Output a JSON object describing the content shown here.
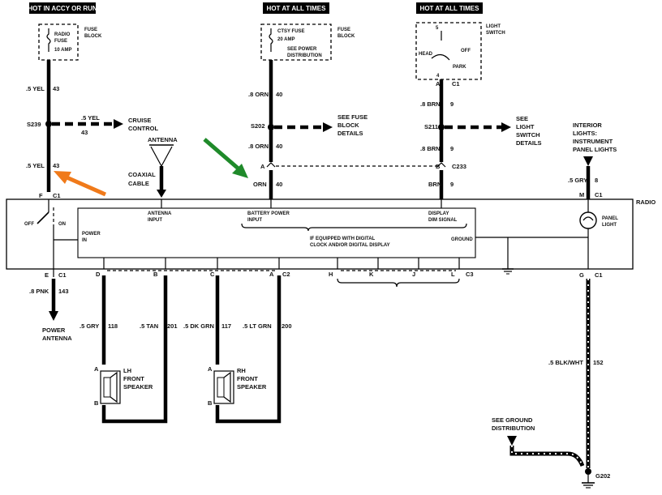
{
  "headers": {
    "accy_run": "HOT IN ACCY OR RUN",
    "at_all_times_1": "HOT AT ALL TIMES",
    "at_all_times_2": "HOT AT ALL TIMES"
  },
  "fuses": {
    "radio": {
      "line1": "RADIO",
      "line2": "FUSE",
      "line3": "10 AMP",
      "block": "FUSE",
      "block2": "BLOCK"
    },
    "ctsy": {
      "line1": "CTSY FUSE",
      "line2": "20 AMP",
      "line3": "SEE POWER",
      "line4": "DISTRIBUTION",
      "block": "FUSE",
      "block2": "BLOCK"
    },
    "light_switch": {
      "title": "LIGHT",
      "title2": "SWITCH",
      "head": "HEAD",
      "off": "OFF",
      "park": "PARK",
      "pin5": "5",
      "pin4": "4"
    }
  },
  "wires": {
    "w1": ".5 YEL",
    "w1n": "43",
    "w2": ".5 YEL",
    "w2n": "43",
    "w3": ".5 YEL",
    "w3n": "43",
    "w4": ".8 ORN",
    "w4n": "40",
    "w5": ".8 ORN",
    "w5n": "40",
    "w6": "ORN",
    "w6n": "40",
    "w7": ".8 BRN",
    "w7n": "9",
    "w8": ".8 BRN",
    "w8n": "9",
    "w9": "BRN",
    "w9n": "9",
    "w10": ".5 GRY",
    "w10n": "8",
    "w11": ".8 PNK",
    "w11n": "143",
    "w12": ".5 GRY",
    "w12n": "118",
    "w13": ".5 TAN",
    "w13n": "201",
    "w14": ".5 DK GRN",
    "w14n": "117",
    "w15": ".5 LT GRN",
    "w15n": "200",
    "w16": ".5 BLK/WHT",
    "w16n": "152"
  },
  "splices": {
    "s239": "S239",
    "s202": "S202",
    "s211": "S211"
  },
  "connectors": {
    "c1a": "C1",
    "c1b": "C1",
    "c1c": "C1",
    "c1d": "C1",
    "c1e": "C1",
    "c2": "C2",
    "c3": "C3",
    "c233": "C233",
    "pinF": "F",
    "pinE": "E",
    "pinA": "A",
    "pinA2": "A",
    "pinB": "B",
    "pinM": "M",
    "pinG": "G",
    "pinD": "D",
    "pinB2": "B",
    "pinC": "C",
    "pinA3": "A",
    "pinH": "H",
    "pinK": "K",
    "pinJ": "J",
    "pinL": "L"
  },
  "labels": {
    "cruise": "CRUISE",
    "cruise2": "CONTROL",
    "see_fuse": "SEE FUSE",
    "see_fuse2": "BLOCK",
    "see_fuse3": "DETAILS",
    "see_light": "SEE",
    "see_light2": "LIGHT",
    "see_light3": "SWITCH",
    "see_light4": "DETAILS",
    "interior": "INTERIOR",
    "interior2": "LIGHTS:",
    "interior3": "INSTRUMENT",
    "interior4": "PANEL LIGHTS",
    "antenna": "ANTENNA",
    "coax": "COAXIAL",
    "coax2": "CABLE",
    "radio": "RADIO",
    "ant_input": "ANTENNA",
    "ant_input2": "INPUT",
    "batt": "BATTERY POWER",
    "batt2": "INPUT",
    "display": "DISPLAY",
    "display2": "DIM SIGNAL",
    "digital": "IF EQUIPPED WITH DIGITAL",
    "digital2": "CLOCK AND/OR DIGITAL DISPLAY",
    "ground": "GROUND",
    "power_in": "POWER",
    "power_in2": "IN",
    "off": "OFF",
    "on": "ON",
    "panel": "PANEL",
    "panel2": "LIGHT",
    "power_ant": "POWER",
    "power_ant2": "ANTENNA",
    "lh": "LH",
    "lh2": "FRONT",
    "lh3": "SPEAKER",
    "rh": "RH",
    "rh2": "FRONT",
    "rh3": "SPEAKER",
    "spkA1": "A",
    "spkB1": "B",
    "spkA2": "A",
    "spkB2": "B",
    "see_ground": "SEE GROUND",
    "see_ground2": "DISTRIBUTION",
    "g202": "G202"
  },
  "colors": {
    "orange_arrow": "#f07a1a",
    "green_arrow": "#1f8a2a"
  }
}
